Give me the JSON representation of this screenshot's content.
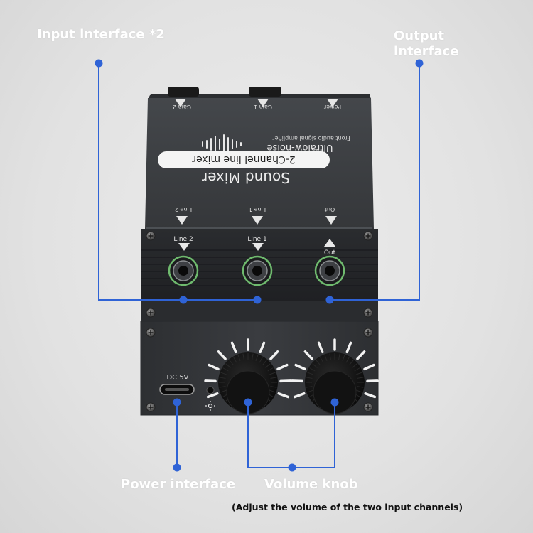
{
  "callouts": {
    "input": "Input interface *2",
    "output_line1": "Output",
    "output_line2": "interface",
    "power": "Power interface",
    "volume": "Volume knob",
    "volume_note": "(Adjust the volume of the two input channels)"
  },
  "top_face": {
    "gain2": "Gain 2",
    "gain1": "Gain 1",
    "power": "Power",
    "tagline": "Front audio signal amplifier",
    "subtitle": "Ultralow-noise",
    "badge": "2-Channel line mixer",
    "title": "Sound Mixer",
    "line2": "Line 2",
    "line1": "Line 1",
    "out": "Out"
  },
  "front_panel": {
    "line2": "Line 2",
    "line1": "Line 1",
    "out": "Out",
    "dc": "DC 5V"
  },
  "colors": {
    "leader": "#2f63d6",
    "callout_text": "#ffffff",
    "body": "#3a3c40",
    "jack_ring": "#5fae62"
  }
}
